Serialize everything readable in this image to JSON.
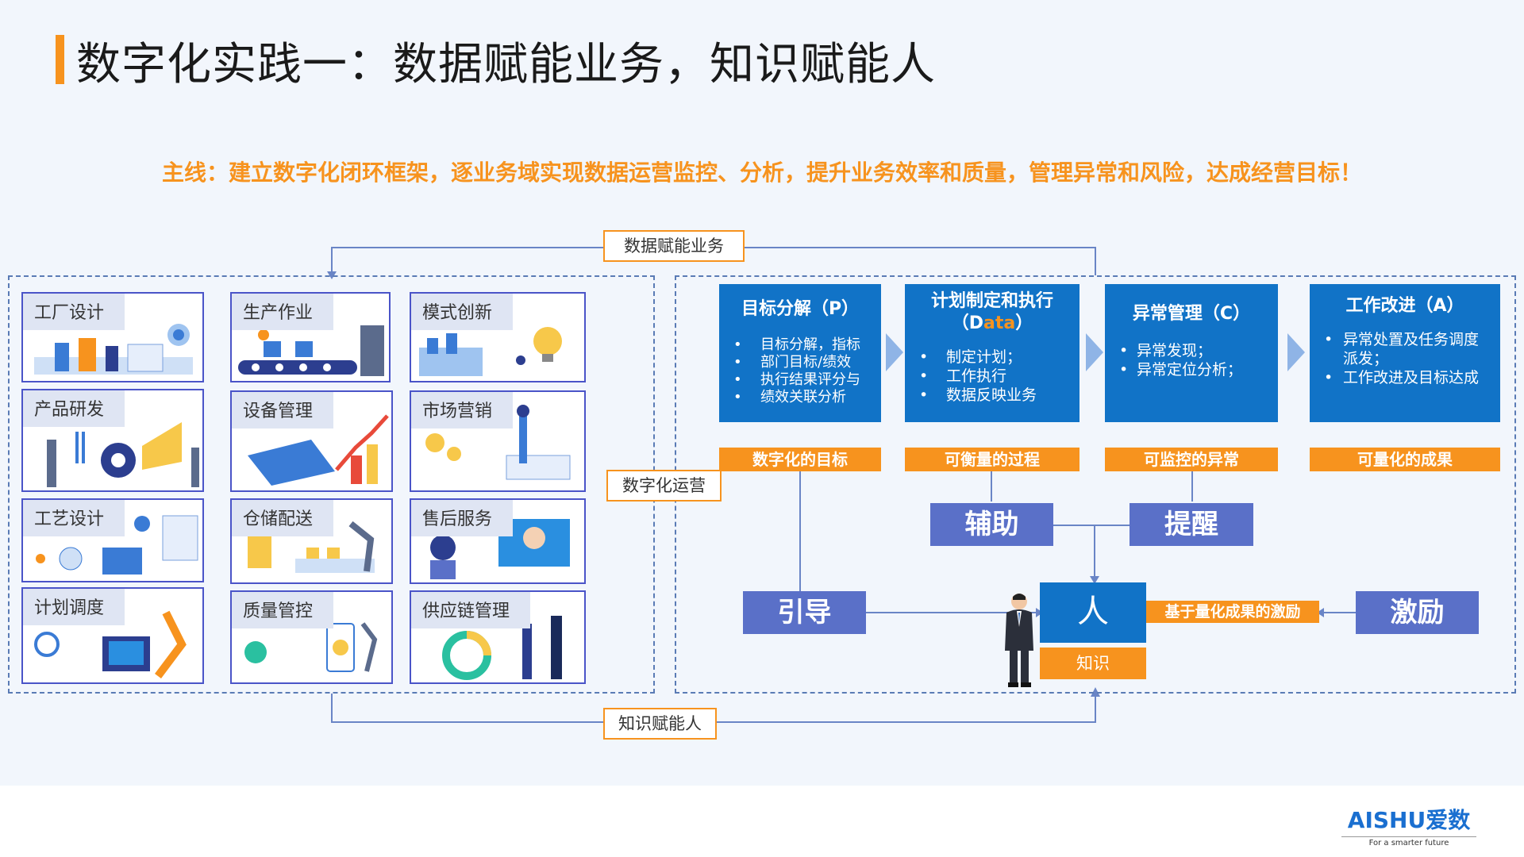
{
  "title": "数字化实践一：数据赋能业务，知识赋能人",
  "subtitle": "主线：建立数字化闭环框架，逐业务域实现数据运营监控、分析，提升业务效率和质量，管理异常和风险，达成经营目标！",
  "tags": {
    "data_empower": "数据赋能业务",
    "digital_ops": "数字化运营",
    "knowledge_empower": "知识赋能人"
  },
  "scenarios": [
    {
      "label": "工厂设计"
    },
    {
      "label": "生产作业"
    },
    {
      "label": "模式创新"
    },
    {
      "label": "产品研发"
    },
    {
      "label": "设备管理"
    },
    {
      "label": "市场营销"
    },
    {
      "label": "工艺设计"
    },
    {
      "label": "仓储配送"
    },
    {
      "label": "售后服务"
    },
    {
      "label": "计划调度"
    },
    {
      "label": "质量管控"
    },
    {
      "label": "供应链管理"
    }
  ],
  "pdca": [
    {
      "title": "目标分解（P）",
      "title2": "",
      "items": [
        "目标分解，指标",
        "部门目标/绩效",
        "执行结果评分与",
        "绩效关联分析"
      ],
      "result": "数字化的目标"
    },
    {
      "title": "计划制定和执行",
      "title2_pre": "（D",
      "title2_hl": "ata",
      "title2_post": "）",
      "items": [
        "制定计划；",
        "工作执行",
        "数据反映业务"
      ],
      "result": "可衡量的过程"
    },
    {
      "title": "异常管理（C）",
      "title2": "",
      "items": [
        "异常发现；",
        "异常定位分析；"
      ],
      "result": "可监控的异常"
    },
    {
      "title": "工作改进（A）",
      "title2": "",
      "items": [
        "异常处置及任务调度",
        "派发；",
        "工作改进及目标达成"
      ],
      "result": "可量化的成果"
    }
  ],
  "roles": {
    "assist": "辅助",
    "remind": "提醒",
    "guide": "引导",
    "person": "人",
    "knowledge": "知识",
    "incentive_text": "基于量化成果的激励",
    "incentive": "激励"
  },
  "logo": {
    "text": "AISHU爱数",
    "tagline": "For a smarter future"
  },
  "colors": {
    "accent": "#f7931e",
    "blue": "#1173c7",
    "purple": "#5a70c8",
    "frame": "#4a54c8"
  }
}
